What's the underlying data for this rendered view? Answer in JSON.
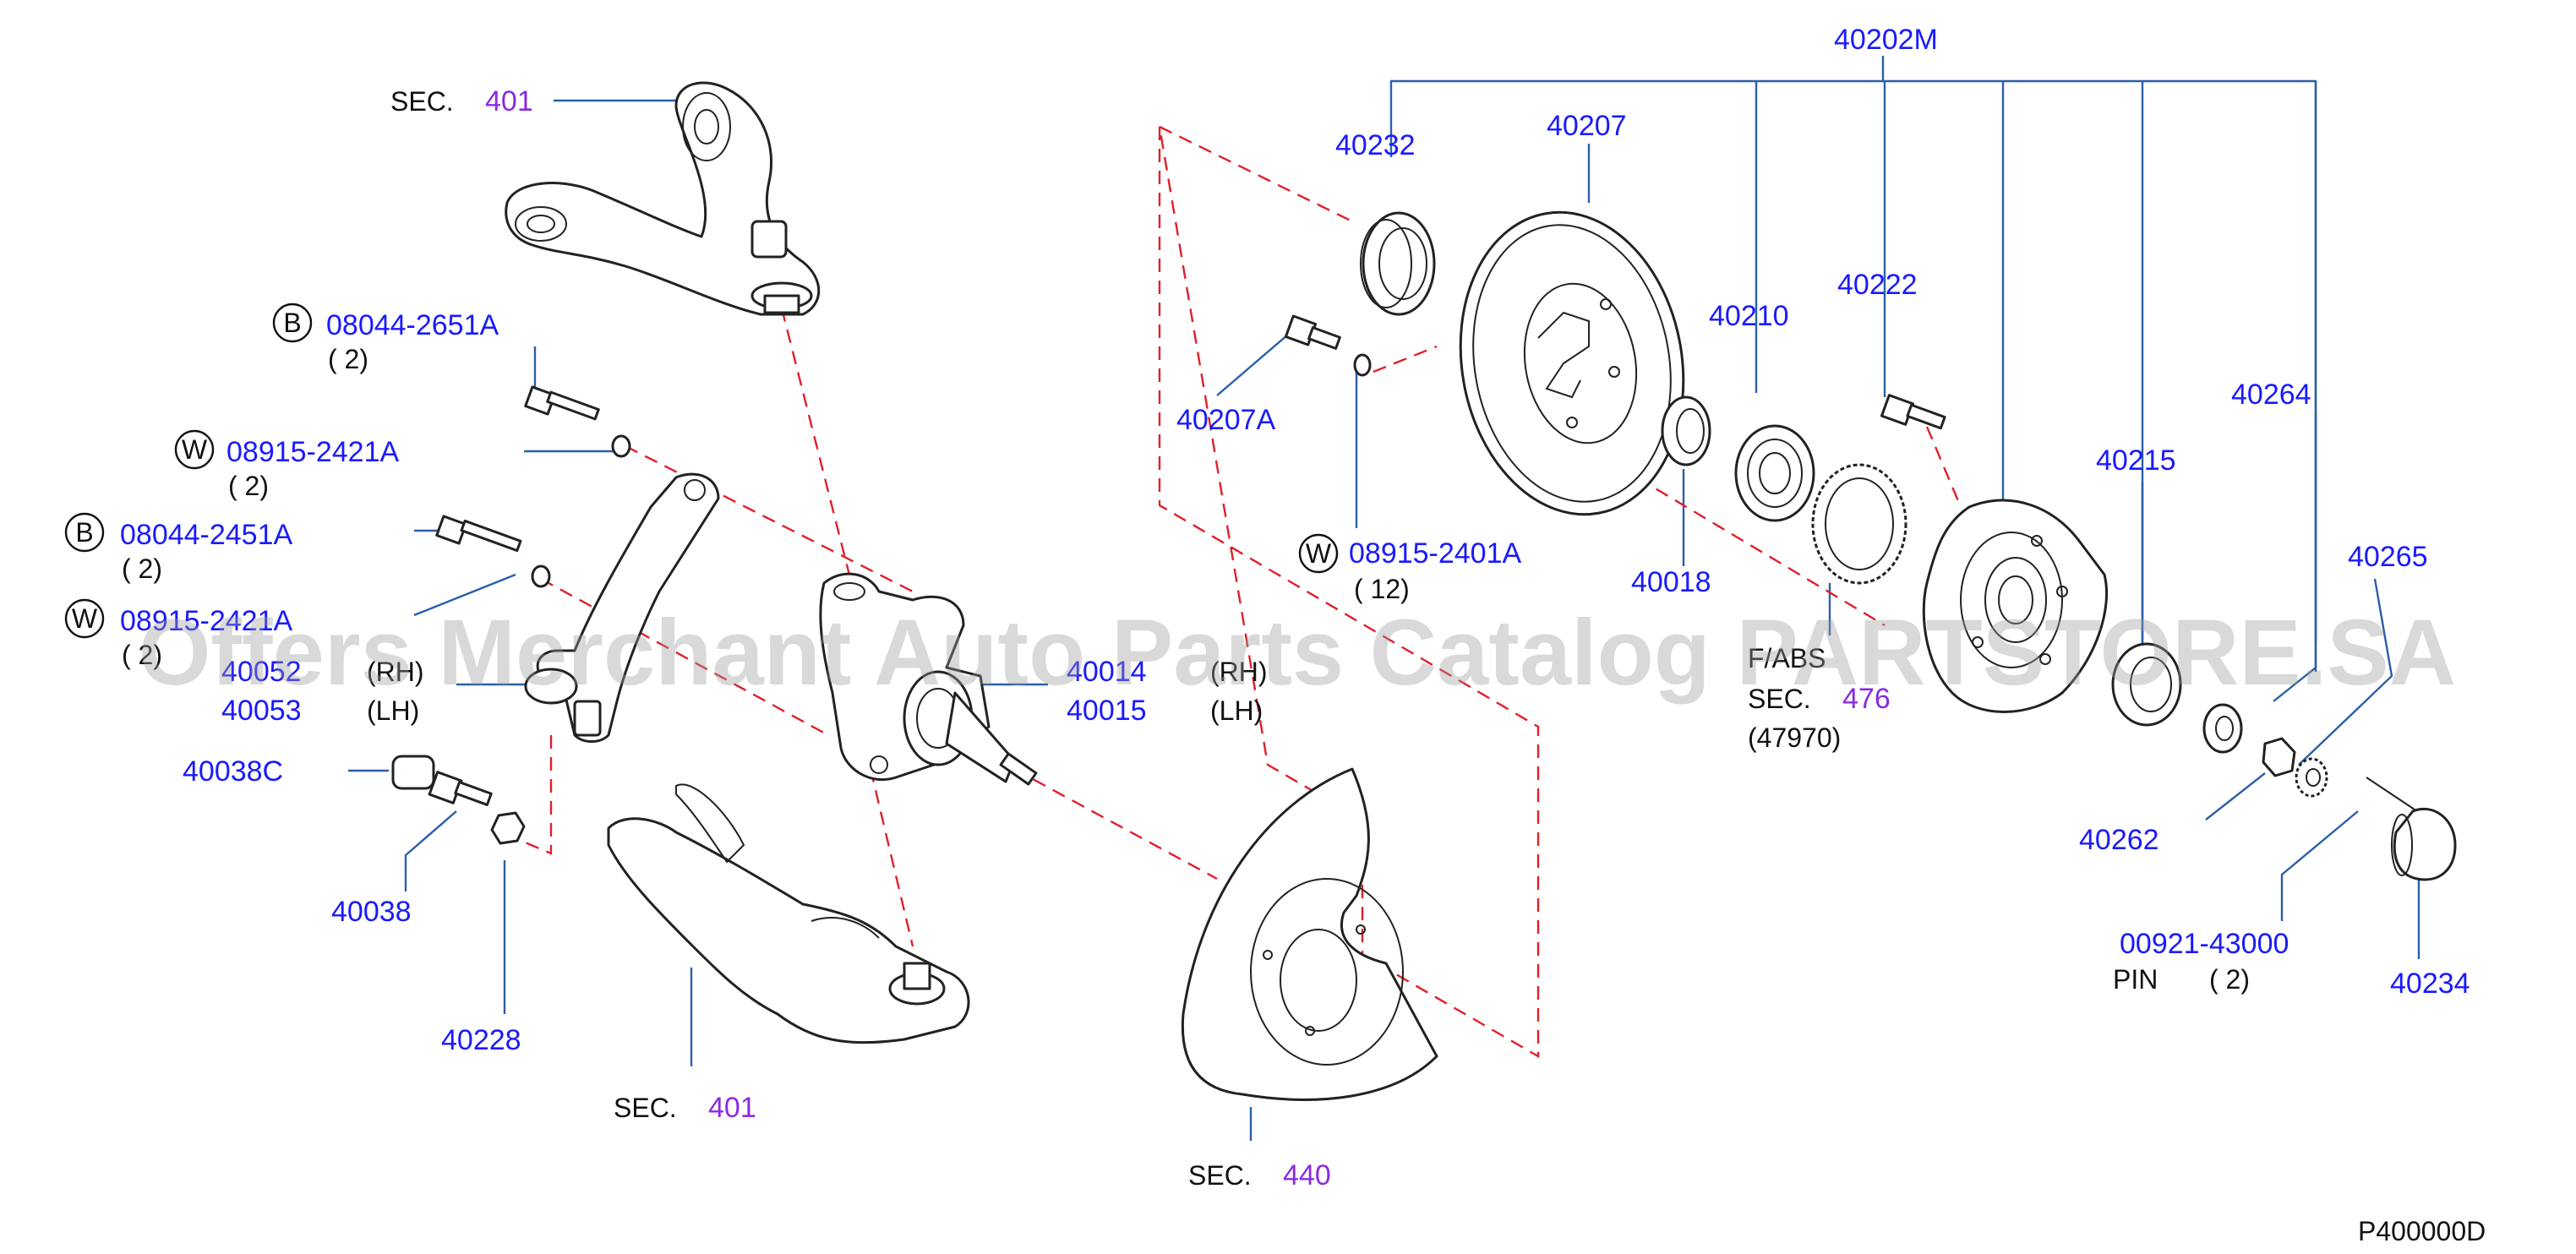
{
  "diagram": {
    "watermark": "Offers Merchant Auto Parts Catalog PARTSTORE.SA",
    "diagram_code": "P400000D",
    "sec_label": "SEC.",
    "sec_upper_arm": "401",
    "sec_lower_arm": "401",
    "sec_splash": "440",
    "sec_abs": "476",
    "sec_abs_code": "(47970)",
    "abs_prefix": "F/ABS",
    "part_40202M": "40202M",
    "part_40232": "40232",
    "part_40207": "40207",
    "part_40210": "40210",
    "part_40222": "40222",
    "part_40264": "40264",
    "part_40207A": "40207A",
    "part_40215": "40215",
    "part_40265": "40265",
    "part_40018": "40018",
    "part_40262": "40262",
    "part_00921": "00921-43000",
    "pin_label": "PIN",
    "pin_qty": "( 2)",
    "part_40234": "40234",
    "part_40014": "40014",
    "part_40015": "40015",
    "rh": "(RH)",
    "lh": "(LH)",
    "part_40052": "40052",
    "part_40053": "40053",
    "part_40038C": "40038C",
    "part_40038": "40038",
    "part_40228": "40228",
    "bolt1_prefix": "B",
    "bolt1_part": "08044-2651A",
    "bolt1_qty": "( 2)",
    "washer1_prefix": "W",
    "washer1_part": "08915-2421A",
    "washer1_qty": "( 2)",
    "bolt2_prefix": "B",
    "bolt2_part": "08044-2451A",
    "bolt2_qty": "( 2)",
    "washer2_prefix": "W",
    "washer2_part": "08915-2421A",
    "washer2_qty": "( 2)",
    "washer3_prefix": "W",
    "washer3_part": "08915-2401A",
    "washer3_qty": "( 12)",
    "colors": {
      "part_number": "#1a1aff",
      "section_number": "#8a2be2",
      "leader": "#2b5fa8",
      "dashed": "#e0202a"
    }
  }
}
